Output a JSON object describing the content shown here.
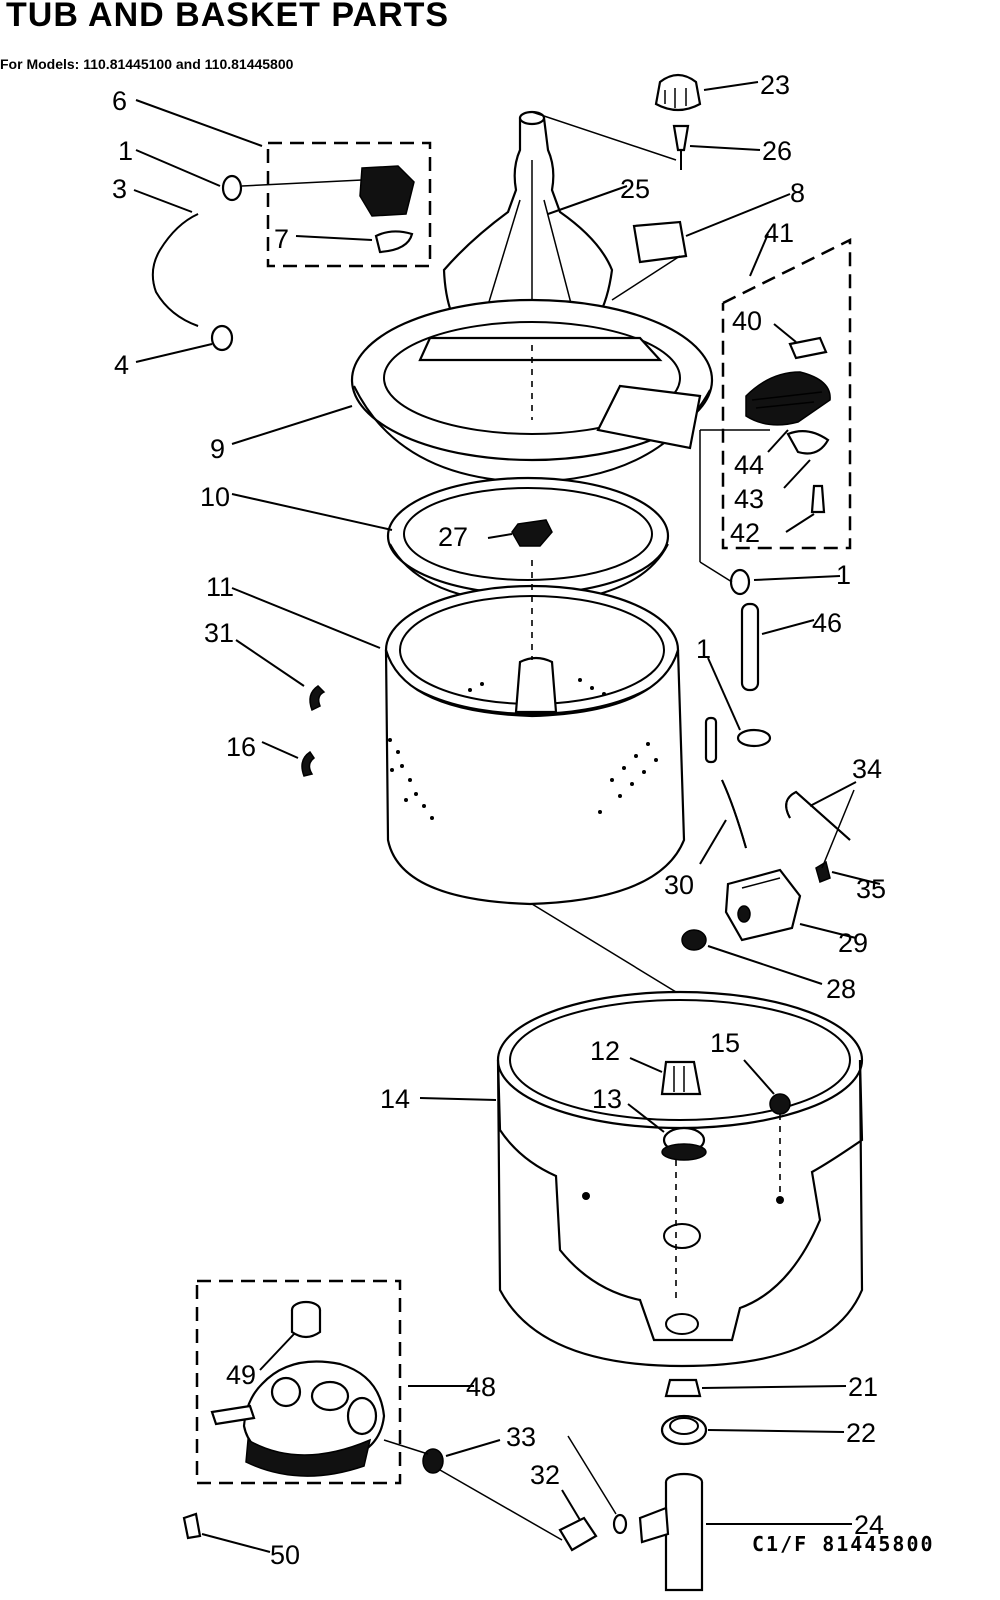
{
  "header": {
    "title": "TUB AND BASKET PARTS",
    "models": "For Models: 110.81445100 and 110.81445800"
  },
  "footer": {
    "code": "C1/F 81445800"
  },
  "callouts": {
    "c1a": "1",
    "c1b": "1",
    "c1c": "1",
    "c3": "3",
    "c4": "4",
    "c6": "6",
    "c7": "7",
    "c8": "8",
    "c9": "9",
    "c10": "10",
    "c11": "11",
    "c12": "12",
    "c13": "13",
    "c14": "14",
    "c15": "15",
    "c16": "16",
    "c21": "21",
    "c22": "22",
    "c23": "23",
    "c24": "24",
    "c25": "25",
    "c26": "26",
    "c27": "27",
    "c28": "28",
    "c29": "29",
    "c30": "30",
    "c31": "31",
    "c32": "32",
    "c33": "33",
    "c34": "34",
    "c35": "35",
    "c40": "40",
    "c41": "41",
    "c42": "42",
    "c43": "43",
    "c44": "44",
    "c46": "46",
    "c48": "48",
    "c49": "49",
    "c50": "50"
  }
}
